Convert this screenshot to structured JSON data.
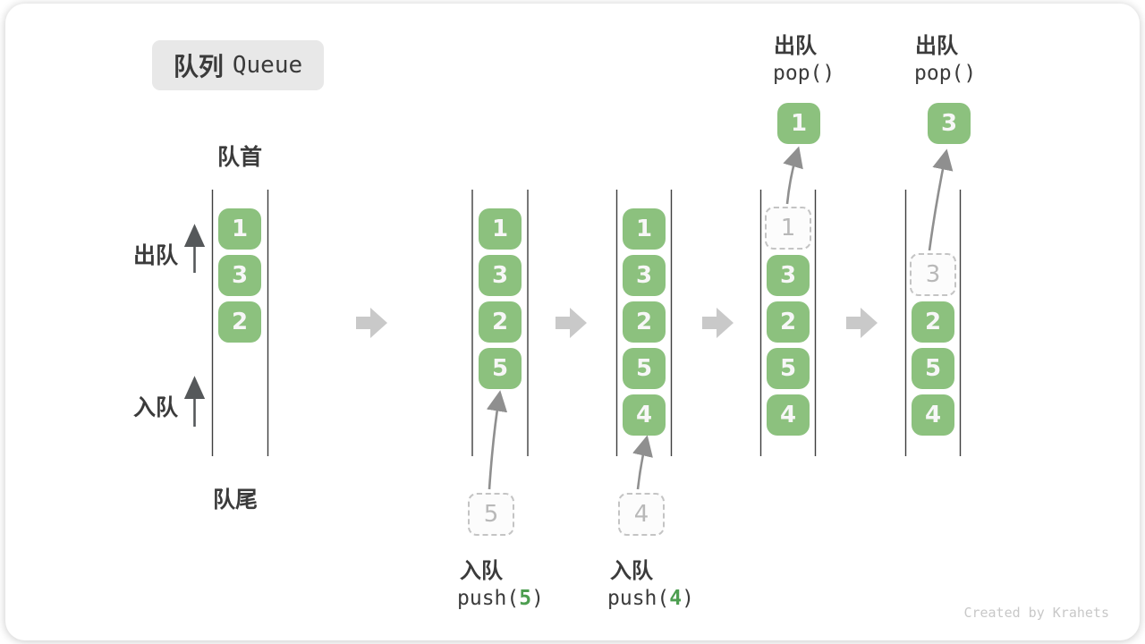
{
  "title": {
    "zh": "队列",
    "en": "Queue"
  },
  "legend": {
    "front": "队首",
    "rear": "队尾",
    "dequeue": "出队",
    "enqueue": "入队"
  },
  "queues": {
    "q1": {
      "cells": [
        "1",
        "3",
        "2"
      ]
    },
    "q2": {
      "cells": [
        "1",
        "3",
        "2",
        "5"
      ],
      "incoming": "5"
    },
    "q3": {
      "cells": [
        "1",
        "3",
        "2",
        "5",
        "4"
      ],
      "incoming": "4"
    },
    "q4": {
      "cells": [
        "3",
        "2",
        "5",
        "4"
      ],
      "removed": "1",
      "popped": "1"
    },
    "q5": {
      "cells": [
        "2",
        "5",
        "4"
      ],
      "removed": "3",
      "popped": "3"
    }
  },
  "ops": {
    "push5": {
      "action": "入队",
      "fn_open": "push(",
      "arg": "5",
      "fn_close": ")"
    },
    "push4": {
      "action": "入队",
      "fn_open": "push(",
      "arg": "4",
      "fn_close": ")"
    },
    "pop1": {
      "action": "出队",
      "fn": "pop()"
    },
    "pop2": {
      "action": "出队",
      "fn": "pop()"
    }
  },
  "watermark": "Created by Krahets",
  "colors": {
    "cell_green": "#8cc17e",
    "arg_green": "#4d9e50",
    "block_arrow_gray": "#c9c9c9",
    "curve_arrow_gray": "#8f8f8f",
    "wall_dark": "#3e3e3e"
  }
}
